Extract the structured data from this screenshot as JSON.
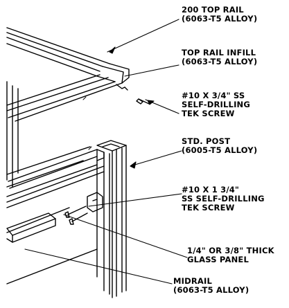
{
  "callouts": {
    "top_rail": {
      "line1": "200 TOP RAIL",
      "line2": "(6063-T5 ALLOY)"
    },
    "top_rail_infill": {
      "line1": "TOP RAIL INFILL",
      "line2": "(6063-T5 ALLOY)"
    },
    "screw_short": {
      "line1": "#10 X 3/4\" SS",
      "line2": "SELF-DRILLING",
      "line3": "TEK SCREW"
    },
    "std_post": {
      "line1": "STD. POST",
      "line2": "(6005-T5 ALLOY)"
    },
    "screw_long": {
      "line1": "#10 X 1 3/4\"",
      "line2": "SS SELF-DRILLING",
      "line3": "TEK SCREW"
    },
    "glass_panel": {
      "line1": "1/4\" OR 3/8\" THICK",
      "line2": "GLASS PANEL"
    },
    "midrail": {
      "line1": "MIDRAIL",
      "line2": "(6063-T5 ALLOY)"
    }
  }
}
